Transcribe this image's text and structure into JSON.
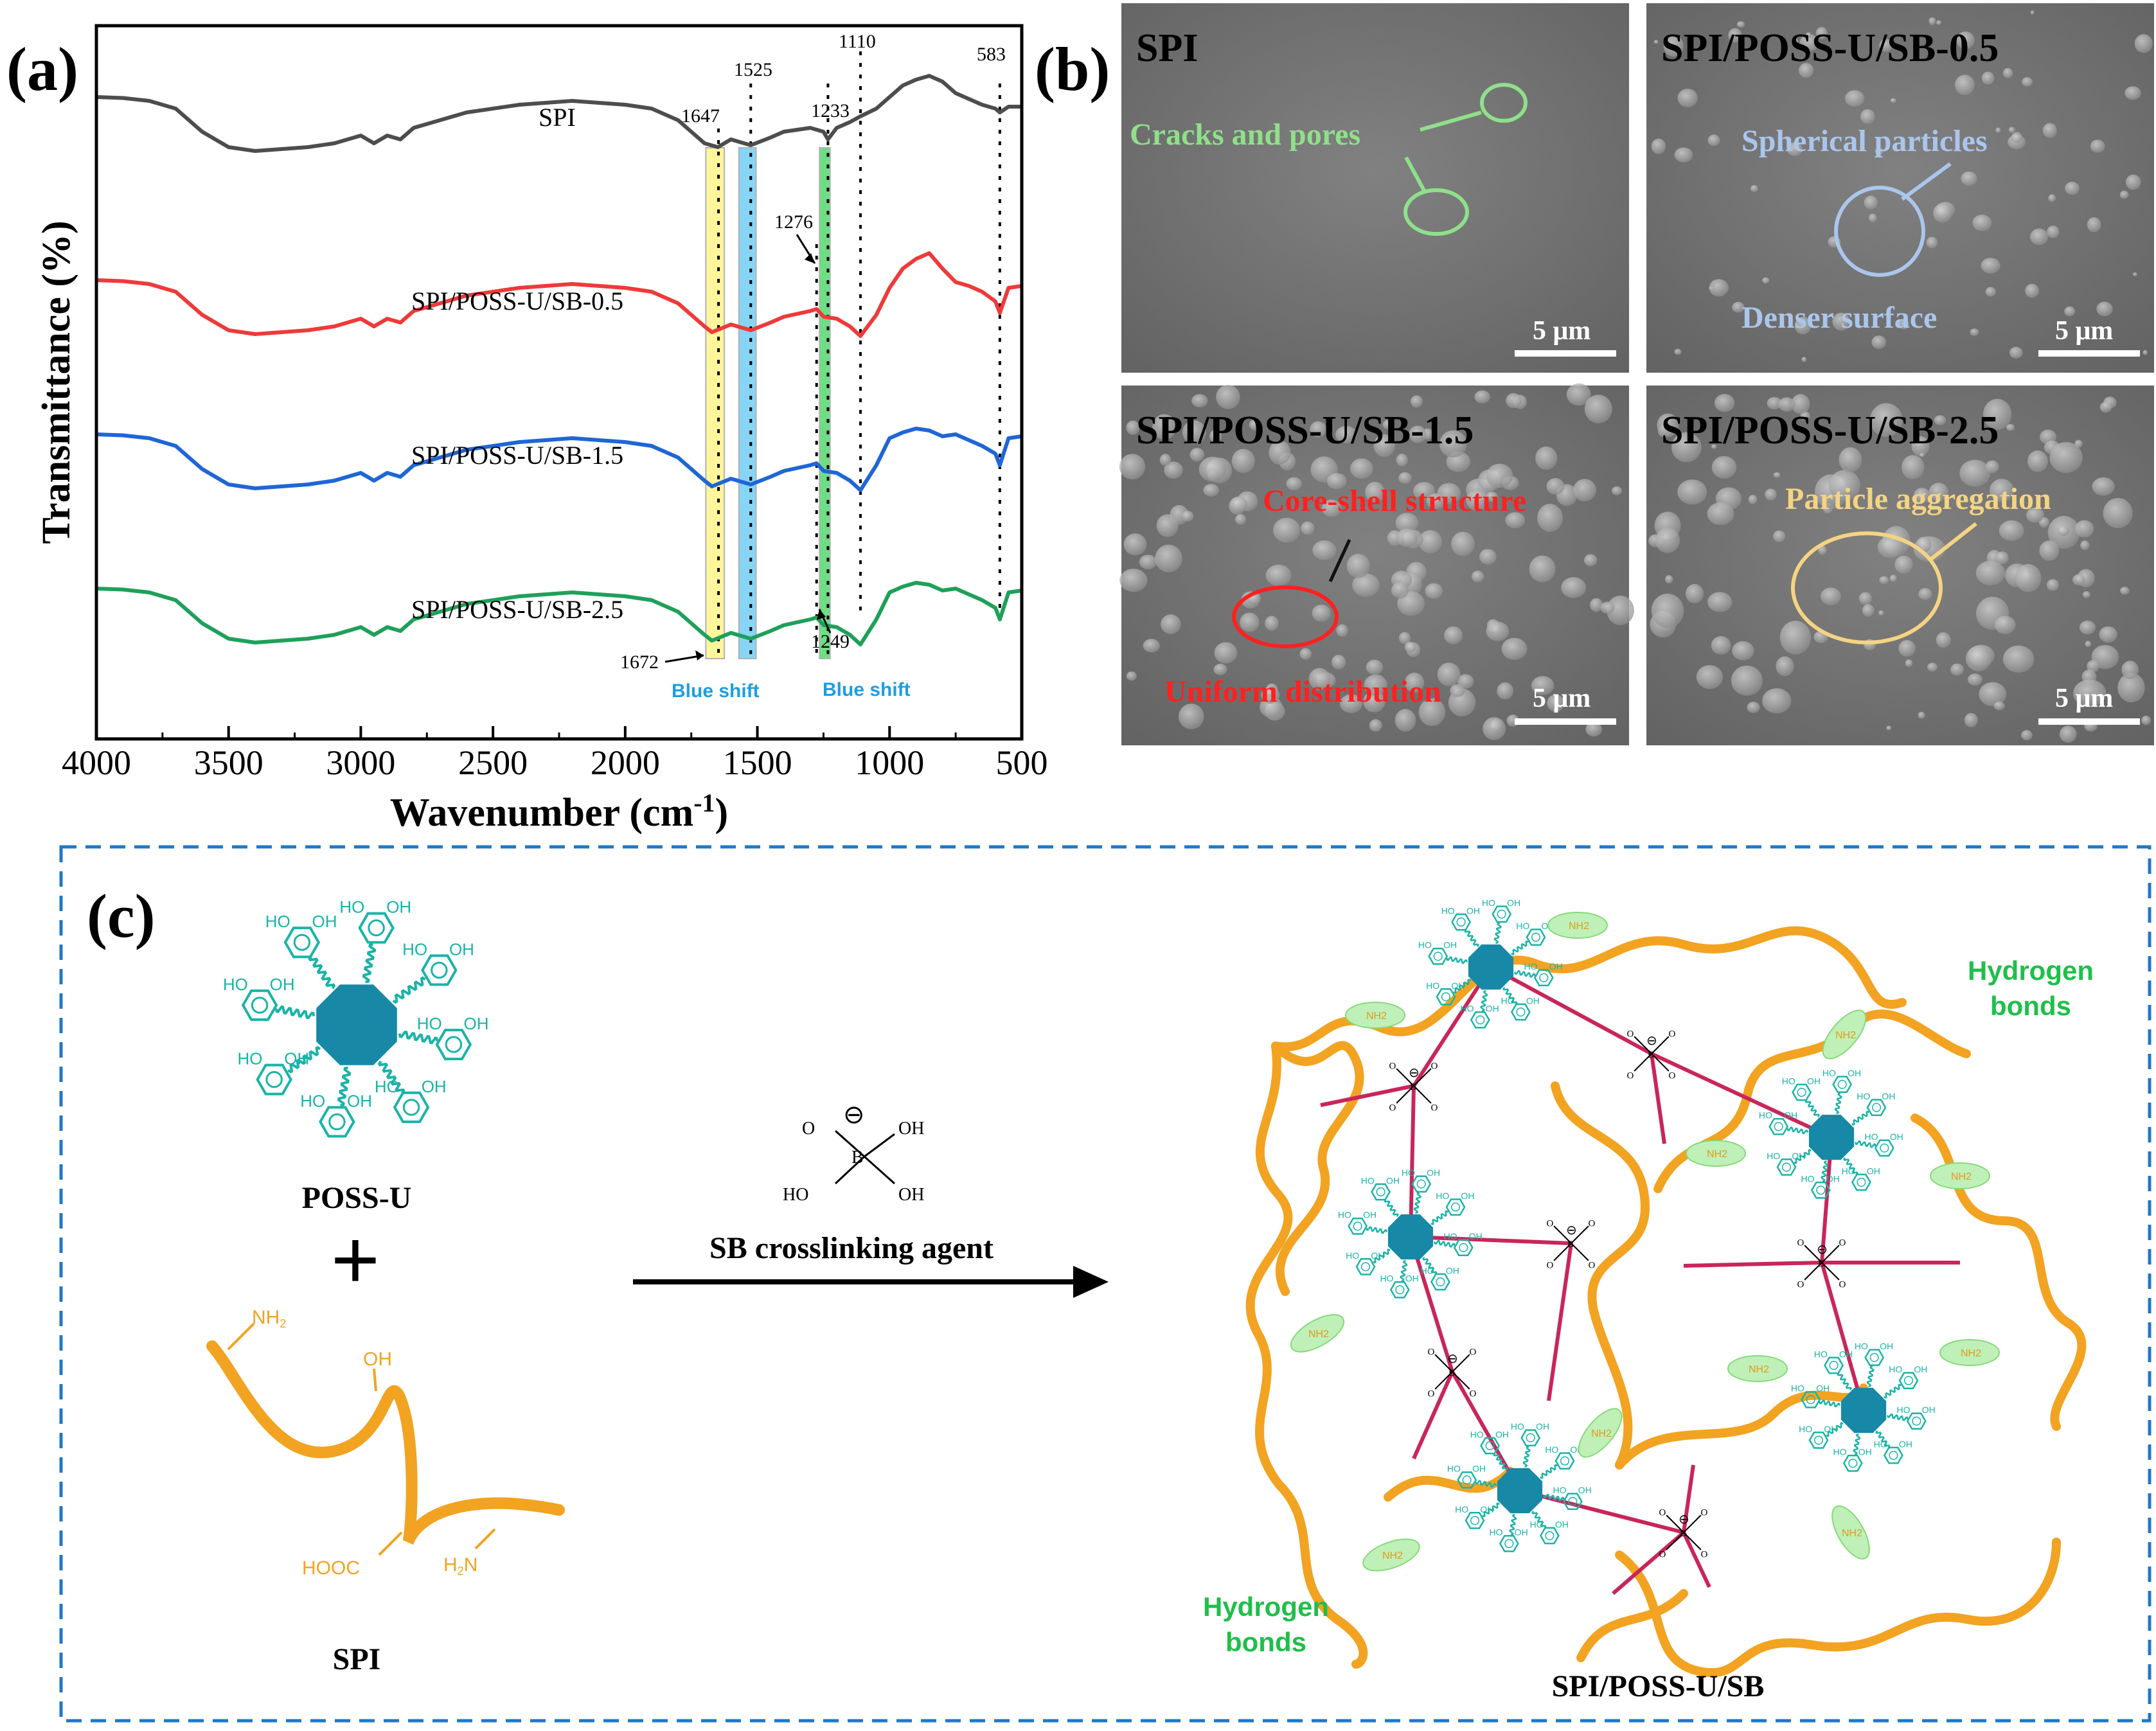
{
  "panels": {
    "a": "(a)",
    "b": "(b)",
    "c": "(c)"
  },
  "chart_data": {
    "type": "line",
    "xlabel": "Wavenumber (cm",
    "xlabel_sup": "-1",
    "xlabel_end": ")",
    "ylabel": "Transmittance (%)",
    "xlim": [
      4000,
      500
    ],
    "x_ticks": [
      4000,
      3500,
      3000,
      2500,
      2000,
      1500,
      1000,
      500
    ],
    "x_tick_labels": [
      "4000",
      "3500",
      "3000",
      "2500",
      "2000",
      "1500",
      "1000",
      "500"
    ],
    "series": [
      {
        "name": "SPI",
        "color": "#4d4d4d",
        "x": [
          4000,
          3900,
          3800,
          3700,
          3600,
          3500,
          3400,
          3300,
          3200,
          3100,
          3000,
          2950,
          2900,
          2850,
          2800,
          2600,
          2400,
          2200,
          2000,
          1900,
          1800,
          1700,
          1650,
          1600,
          1525,
          1450,
          1400,
          1300,
          1250,
          1233,
          1200,
          1150,
          1110,
          1050,
          1000,
          950,
          900,
          850,
          800,
          750,
          700,
          650,
          600,
          583,
          550,
          500
        ],
        "y": [
          0.96,
          0.955,
          0.94,
          0.9,
          0.78,
          0.7,
          0.68,
          0.69,
          0.7,
          0.72,
          0.76,
          0.72,
          0.76,
          0.74,
          0.8,
          0.88,
          0.92,
          0.94,
          0.92,
          0.9,
          0.84,
          0.72,
          0.7,
          0.74,
          0.71,
          0.75,
          0.78,
          0.8,
          0.78,
          0.74,
          0.8,
          0.83,
          0.86,
          0.9,
          0.96,
          1.02,
          1.05,
          1.07,
          1.04,
          0.98,
          0.95,
          0.92,
          0.9,
          0.88,
          0.91,
          0.91
        ]
      },
      {
        "name": "SPI/POSS-U/SB-0.5",
        "color": "#ee3a3a",
        "x": [
          4000,
          3900,
          3800,
          3700,
          3600,
          3500,
          3400,
          3300,
          3200,
          3100,
          3000,
          2950,
          2900,
          2850,
          2800,
          2600,
          2400,
          2200,
          2000,
          1900,
          1800,
          1700,
          1672,
          1600,
          1525,
          1450,
          1400,
          1300,
          1276,
          1249,
          1200,
          1150,
          1110,
          1050,
          1000,
          950,
          900,
          850,
          800,
          750,
          700,
          650,
          600,
          583,
          550,
          500
        ],
        "y": [
          0.96,
          0.955,
          0.94,
          0.9,
          0.78,
          0.7,
          0.68,
          0.69,
          0.7,
          0.72,
          0.76,
          0.72,
          0.76,
          0.74,
          0.8,
          0.88,
          0.92,
          0.94,
          0.92,
          0.9,
          0.84,
          0.72,
          0.69,
          0.73,
          0.7,
          0.74,
          0.77,
          0.8,
          0.81,
          0.77,
          0.76,
          0.72,
          0.67,
          0.78,
          0.92,
          1.02,
          1.07,
          1.1,
          1.02,
          0.95,
          0.93,
          0.9,
          0.85,
          0.79,
          0.92,
          0.93
        ]
      },
      {
        "name": "SPI/POSS-U/SB-1.5",
        "color": "#1f66d6",
        "x": [
          4000,
          3900,
          3800,
          3700,
          3600,
          3500,
          3400,
          3300,
          3200,
          3100,
          3000,
          2950,
          2900,
          2850,
          2800,
          2600,
          2400,
          2200,
          2000,
          1900,
          1800,
          1700,
          1672,
          1600,
          1525,
          1450,
          1400,
          1300,
          1276,
          1249,
          1200,
          1150,
          1110,
          1050,
          1000,
          950,
          900,
          850,
          800,
          750,
          700,
          650,
          600,
          583,
          550,
          500
        ],
        "y": [
          0.96,
          0.955,
          0.94,
          0.9,
          0.78,
          0.7,
          0.68,
          0.69,
          0.7,
          0.72,
          0.76,
          0.72,
          0.76,
          0.74,
          0.8,
          0.88,
          0.92,
          0.94,
          0.92,
          0.9,
          0.84,
          0.72,
          0.69,
          0.73,
          0.7,
          0.74,
          0.77,
          0.8,
          0.81,
          0.77,
          0.76,
          0.72,
          0.67,
          0.8,
          0.94,
          0.97,
          0.99,
          0.98,
          0.95,
          0.96,
          0.93,
          0.9,
          0.86,
          0.8,
          0.94,
          0.95
        ]
      },
      {
        "name": "SPI/POSS-U/SB-2.5",
        "color": "#1fa05a",
        "x": [
          4000,
          3900,
          3800,
          3700,
          3600,
          3500,
          3400,
          3300,
          3200,
          3100,
          3000,
          2950,
          2900,
          2850,
          2800,
          2600,
          2400,
          2200,
          2000,
          1900,
          1800,
          1700,
          1672,
          1600,
          1525,
          1450,
          1400,
          1300,
          1276,
          1249,
          1200,
          1150,
          1110,
          1050,
          1000,
          950,
          900,
          850,
          800,
          750,
          700,
          650,
          600,
          583,
          550,
          500
        ],
        "y": [
          0.96,
          0.955,
          0.94,
          0.9,
          0.78,
          0.7,
          0.68,
          0.69,
          0.7,
          0.72,
          0.76,
          0.72,
          0.76,
          0.74,
          0.8,
          0.88,
          0.92,
          0.94,
          0.92,
          0.9,
          0.84,
          0.72,
          0.69,
          0.73,
          0.7,
          0.74,
          0.77,
          0.8,
          0.81,
          0.77,
          0.76,
          0.72,
          0.67,
          0.8,
          0.94,
          0.97,
          0.99,
          0.98,
          0.95,
          0.96,
          0.93,
          0.9,
          0.86,
          0.8,
          0.94,
          0.95
        ]
      }
    ],
    "peak_lines": [
      1647,
      1525,
      1276,
      1233,
      1110,
      583
    ],
    "peak_labels": [
      "1647",
      "1525",
      "1276",
      "1233",
      "1110",
      "583",
      "1672",
      "1249"
    ],
    "bands": [
      {
        "from": 1695,
        "to": 1625,
        "color": "#fff27a"
      },
      {
        "from": 1570,
        "to": 1505,
        "color": "#5fc8f2"
      },
      {
        "from": 1265,
        "to": 1225,
        "color": "#3fd45a"
      }
    ],
    "annotations": [
      "Blue shift",
      "Blue shift"
    ]
  },
  "sem": [
    {
      "title": "SPI",
      "notes": [
        "Cracks and pores"
      ],
      "scale": "5 μm"
    },
    {
      "title": "SPI/POSS-U/SB-0.5",
      "notes": [
        "Spherical particles",
        "Denser surface"
      ],
      "scale": "5 μm"
    },
    {
      "title": "SPI/POSS-U/SB-1.5",
      "notes": [
        "Core-shell structure",
        "Uniform distribution"
      ],
      "scale": "5 μm"
    },
    {
      "title": "SPI/POSS-U/SB-2.5",
      "notes": [
        "Particle aggregation"
      ],
      "scale": "5 μm"
    }
  ],
  "schematic": {
    "poss_label": "POSS-U",
    "spi_label": "SPI",
    "plus": "+",
    "agent_label": "SB crosslinking agent",
    "product_label": "SPI/POSS-U/SB",
    "hydrogen_bonds": [
      "Hydrogen",
      "bonds"
    ],
    "oh": "OH",
    "ho": "HO",
    "nh2": "NH",
    "h2n": "H",
    "n": "N",
    "sub2": "2",
    "hooc": "HOOC",
    "b": "B",
    "o": "O",
    "minus": "⊖"
  },
  "colors": {
    "poss": "#1789a6",
    "catechol": "#1ab3a8",
    "spi": "#f2a321",
    "crosslink": "#c8265a",
    "hbond": "#bff0b8",
    "frame": "#1f78c8"
  }
}
